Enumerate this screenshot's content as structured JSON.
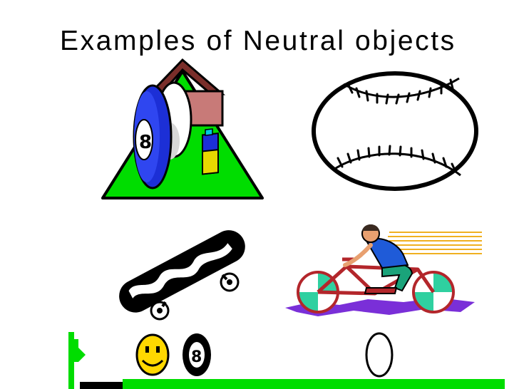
{
  "slide": {
    "title": "Examples of Neutral objects"
  },
  "clipart": [
    {
      "name": "house-billiard-ball-battery-icon",
      "depicts": "triangle with house, 8-ball, egg and battery"
    },
    {
      "name": "baseball-icon",
      "depicts": "baseball"
    },
    {
      "name": "skateboard-icon",
      "depicts": "skateboard"
    },
    {
      "name": "cyclist-icon",
      "depicts": "person riding a bicycle"
    },
    {
      "name": "green-bar-icon",
      "depicts": "green ground bar with pixel smiley, 8-ball and egg"
    }
  ],
  "colors": {
    "green": "#00dd00",
    "ball_blue": "#1c2fd6",
    "roof_brown": "#7a2e2a",
    "wall_pink": "#c87a78",
    "bike_red": "#b3262b",
    "shirt_blue": "#1f5bd8",
    "pants_teal": "#1aa37a",
    "shadow_purple": "#7a2fd8",
    "smiley_yellow": "#ffd800"
  }
}
